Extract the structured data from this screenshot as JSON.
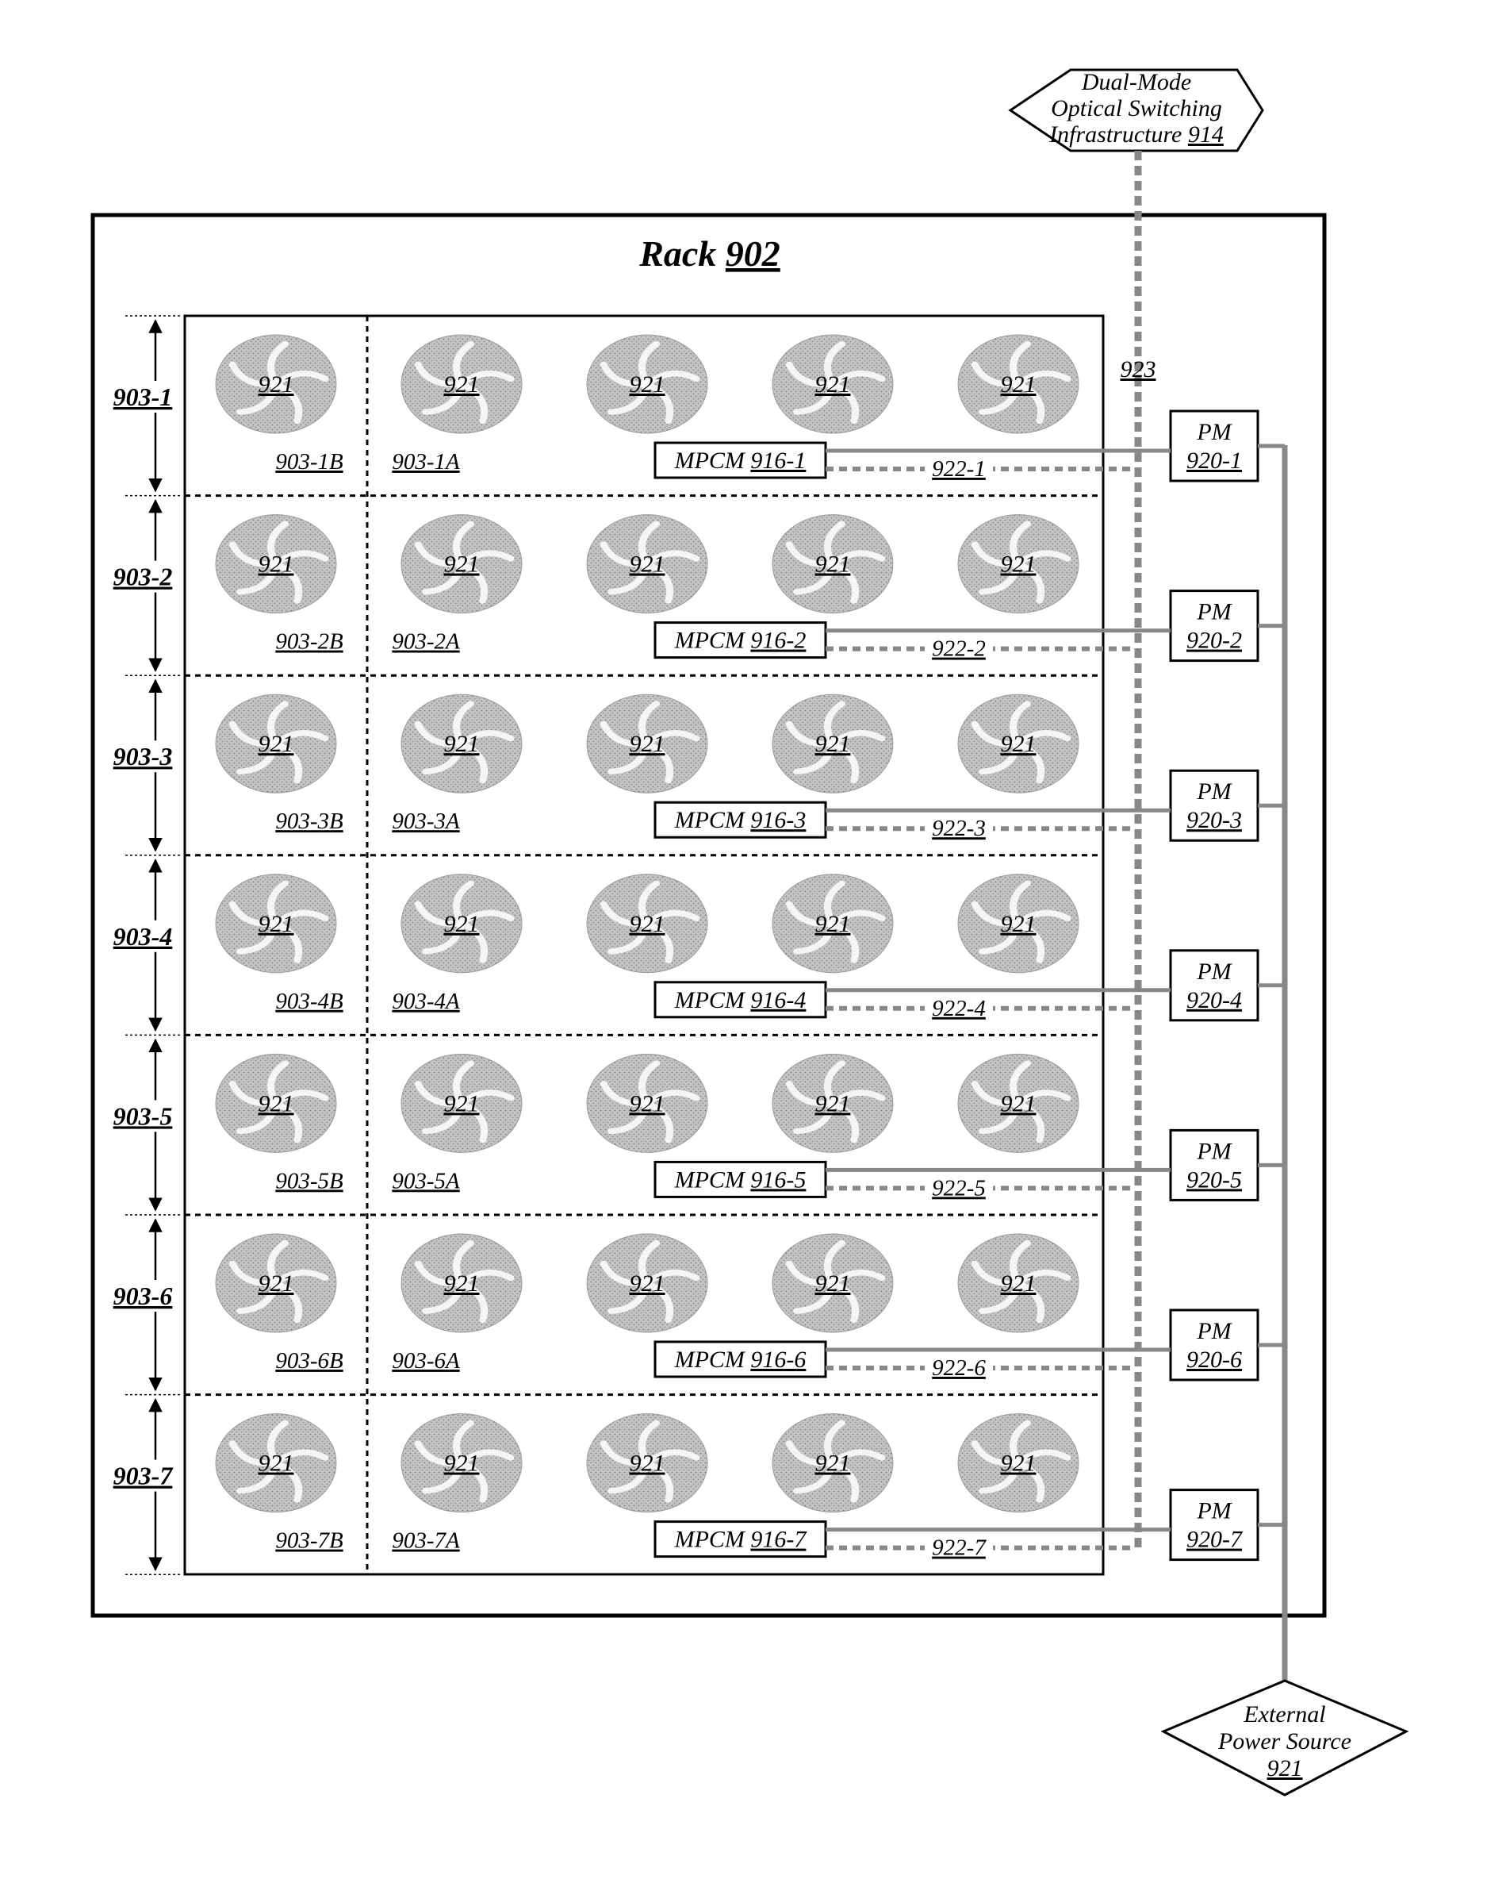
{
  "rack": {
    "label": "Rack",
    "ref": "902"
  },
  "switching": {
    "lines": [
      "Dual-Mode",
      "Optical Switching",
      "Infrastructure"
    ],
    "ref": "914"
  },
  "power_source": {
    "lines": [
      "External",
      "Power Source"
    ],
    "ref": "921"
  },
  "optical_bus_label": "923",
  "fan_label": "921",
  "fans_per_row": 5,
  "rows": [
    {
      "id": "903-1",
      "sub_b": "903-1B",
      "sub_a": "903-1A",
      "mpcm_prefix": "MPCM",
      "mpcm_ref": "916-1",
      "link": "922-1",
      "pm_prefix": "PM",
      "pm_ref": "920-1"
    },
    {
      "id": "903-2",
      "sub_b": "903-2B",
      "sub_a": "903-2A",
      "mpcm_prefix": "MPCM",
      "mpcm_ref": "916-2",
      "link": "922-2",
      "pm_prefix": "PM",
      "pm_ref": "920-2"
    },
    {
      "id": "903-3",
      "sub_b": "903-3B",
      "sub_a": "903-3A",
      "mpcm_prefix": "MPCM",
      "mpcm_ref": "916-3",
      "link": "922-3",
      "pm_prefix": "PM",
      "pm_ref": "920-3"
    },
    {
      "id": "903-4",
      "sub_b": "903-4B",
      "sub_a": "903-4A",
      "mpcm_prefix": "MPCM",
      "mpcm_ref": "916-4",
      "link": "922-4",
      "pm_prefix": "PM",
      "pm_ref": "920-4"
    },
    {
      "id": "903-5",
      "sub_b": "903-5B",
      "sub_a": "903-5A",
      "mpcm_prefix": "MPCM",
      "mpcm_ref": "916-5",
      "link": "922-5",
      "pm_prefix": "PM",
      "pm_ref": "920-5"
    },
    {
      "id": "903-6",
      "sub_b": "903-6B",
      "sub_a": "903-6A",
      "mpcm_prefix": "MPCM",
      "mpcm_ref": "916-6",
      "link": "922-6",
      "pm_prefix": "PM",
      "pm_ref": "920-6"
    },
    {
      "id": "903-7",
      "sub_b": "903-7B",
      "sub_a": "903-7A",
      "mpcm_prefix": "MPCM",
      "mpcm_ref": "916-7",
      "link": "922-7",
      "pm_prefix": "PM",
      "pm_ref": "920-7"
    }
  ],
  "colors": {
    "line": "#000000",
    "connector": "#888888",
    "fan_fill": "#b8b8b8",
    "fan_dark": "#8a8a8a"
  }
}
